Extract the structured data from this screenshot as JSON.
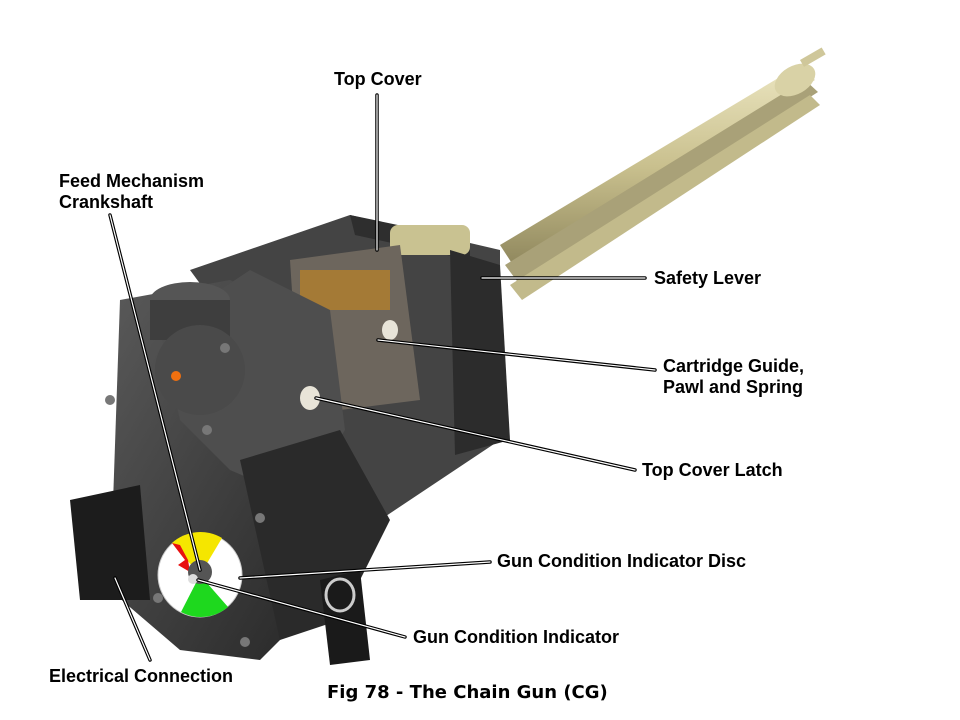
{
  "labels": {
    "top_cover": "Top Cover",
    "feed_mechanism_line1": "Feed Mechanism",
    "feed_mechanism_line2": "Crankshaft",
    "safety_lever": "Safety Lever",
    "cartridge_guide_line1": "Cartridge Guide,",
    "cartridge_guide_line2": "Pawl and Spring",
    "top_cover_latch": "Top Cover Latch",
    "indicator_disc": "Gun Condition Indicator Disc",
    "indicator": "Gun Condition Indicator",
    "electrical_connection": "Electrical Connection"
  },
  "caption": "Fig 78 - The Chain Gun (CG)",
  "colors": {
    "body": "#3a3a3a",
    "barrel": "#cfc79a",
    "disc_yellow": "#f5e600",
    "disc_green": "#1ed81e",
    "disc_red": "#e81010",
    "brass": "#b8862e"
  }
}
